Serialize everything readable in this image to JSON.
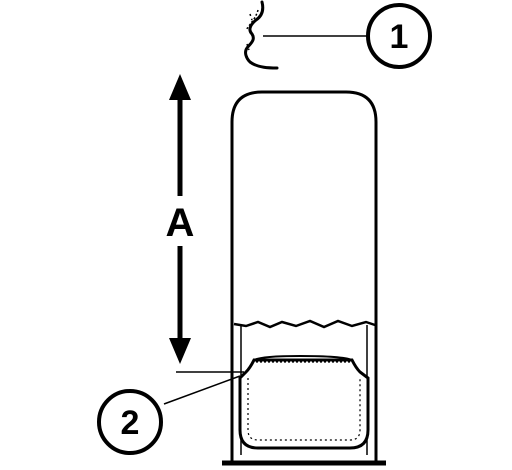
{
  "diagram": {
    "callouts": [
      {
        "label": "1"
      },
      {
        "label": "2"
      }
    ],
    "dimension_label": "A"
  },
  "colors": {
    "ink": "#000000",
    "background": "#ffffff"
  }
}
